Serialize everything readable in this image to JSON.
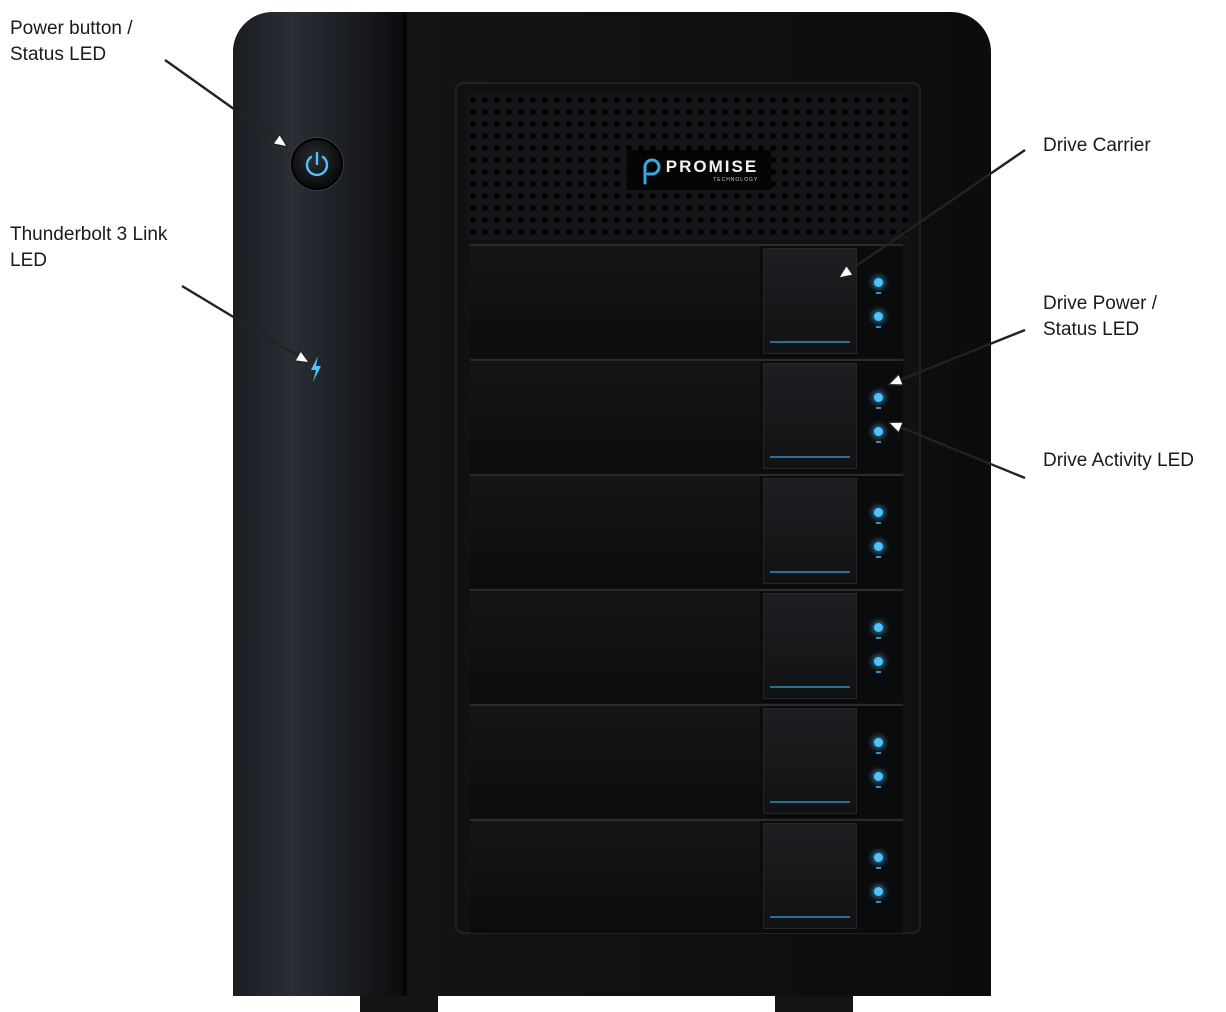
{
  "labels": {
    "power": [
      "Power button /",
      "Status LED"
    ],
    "thunderbolt": [
      "Thunderbolt 3 Link",
      "LED"
    ],
    "drive_carrier": [
      "Drive Carrier"
    ],
    "drive_power": [
      "Drive Power /",
      "Status LED"
    ],
    "drive_activity": [
      "Drive Activity LED"
    ]
  },
  "logo": {
    "brand": "PROMISE",
    "sub": "TECHNOLOGY"
  },
  "colors": {
    "led": "#4fc3ff",
    "chassis": "#0c0c0c"
  },
  "bays": 6
}
